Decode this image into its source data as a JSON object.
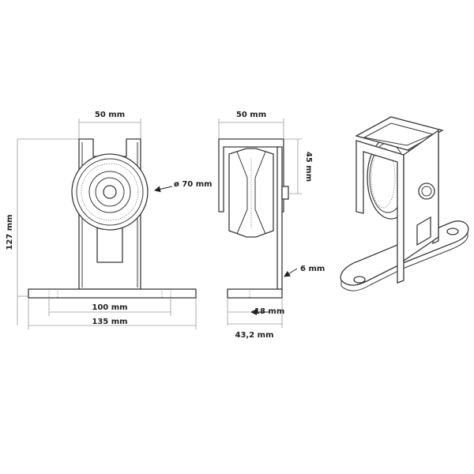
{
  "dimensions": {
    "front_width": "50 mm",
    "side_width": "50 mm",
    "wheel_diameter": "ø 70 mm",
    "height": "127 mm",
    "hole_spacing": "100 mm",
    "base_length": "135 mm",
    "wheel_offset": "45 mm",
    "plate_thickness": "6 mm",
    "base_side": "18 mm",
    "base_depth": "43,2 mm"
  }
}
